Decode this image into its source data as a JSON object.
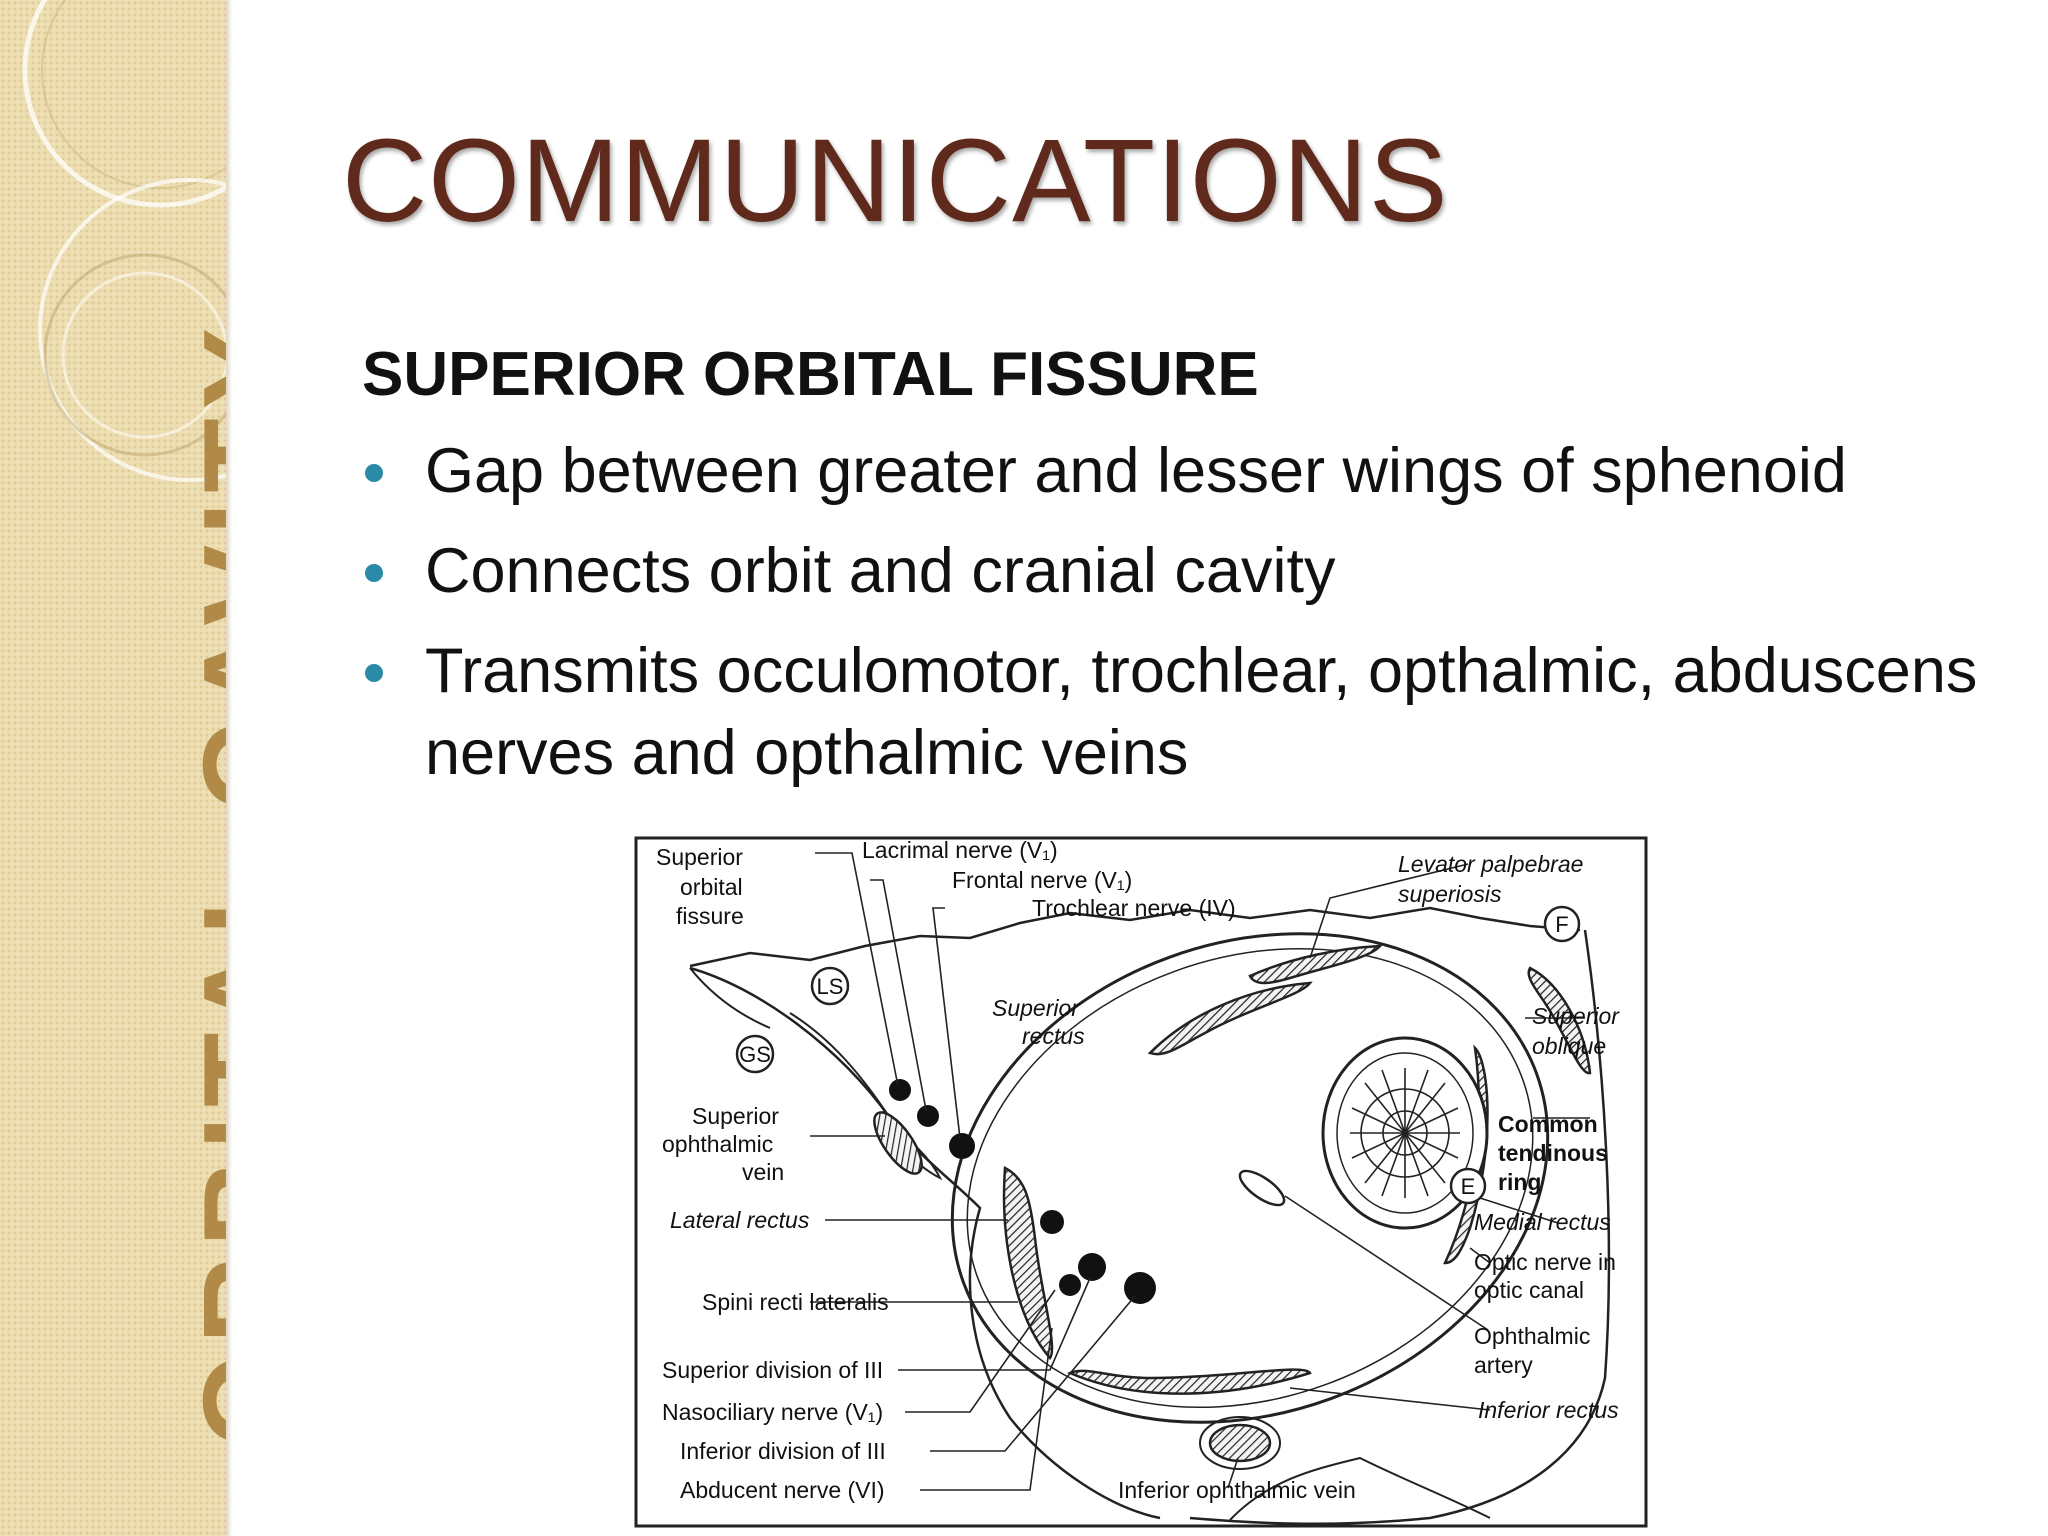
{
  "sidebar": {
    "label": "ORBITAL CAVITY"
  },
  "slide": {
    "title": "COMMUNICATIONS",
    "subheading": "SUPERIOR ORBITAL FISSURE",
    "bullets": [
      "Gap between greater and lesser wings of sphenoid",
      "Connects orbit and cranial cavity",
      "Transmits occulomotor, trochlear, opthalmic, abduscens nerves and opthalmic veins"
    ]
  },
  "colors": {
    "title": "#5f2a1c",
    "sidebar_background": "#ecdcae",
    "sidebar_text": "#b08a46",
    "bullet": "#2b8aa7"
  },
  "figure": {
    "labels": {
      "superior_orbital_fissure_1": "Superior",
      "superior_orbital_fissure_2": "orbital",
      "superior_orbital_fissure_3": "fissure",
      "lacrimal_nerve": "Lacrimal nerve (V₁)",
      "frontal_nerve": "Frontal nerve (V₁)",
      "trochlear_nerve": "Trochlear nerve (IV)",
      "levator_1": "Levator palpebrae",
      "levator_2": "superiosis",
      "ls": "LS",
      "gs": "GS",
      "f": "F",
      "e": "E",
      "superior_rectus_1": "Superior",
      "superior_rectus_2": "rectus",
      "superior_oblique_1": "Superior",
      "superior_oblique_2": "oblique",
      "superior_ophthalmic_vein_1": "Superior",
      "superior_ophthalmic_vein_2": "ophthalmic",
      "superior_ophthalmic_vein_3": "vein",
      "common_tendinous_ring_1": "Common",
      "common_tendinous_ring_2": "tendinous",
      "common_tendinous_ring_3": "ring",
      "lateral_rectus": "Lateral rectus",
      "medial_rectus": "Medial rectus",
      "optic_nerve_1": "Optic nerve in",
      "optic_nerve_2": "optic canal",
      "spini_recti": "Spini recti lateralis",
      "ophthalmic_artery_1": "Ophthalmic",
      "ophthalmic_artery_2": "artery",
      "superior_division_iii": "Superior division of III",
      "nasociliary_nerve": "Nasociliary nerve (V₁)",
      "inferior_rectus": "Inferior rectus",
      "inferior_division_iii": "Inferior division of III",
      "abducent_nerve": "Abducent nerve (VI)",
      "inferior_ophthalmic_vein": "Inferior ophthalmic vein"
    }
  }
}
